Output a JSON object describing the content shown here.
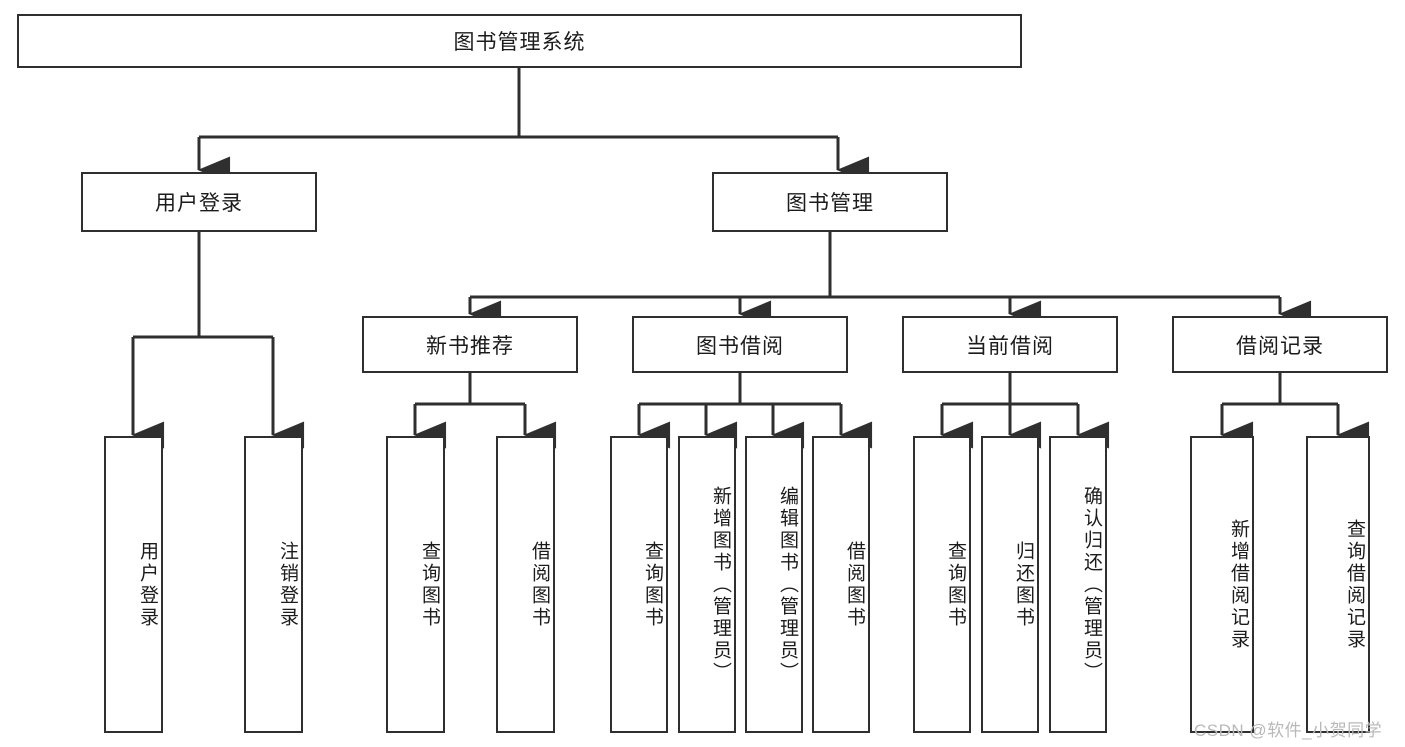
{
  "diagram": {
    "type": "hierarchy-tree",
    "title": "图书管理系统",
    "orientation": "top-down",
    "watermark": "CSDN @软件_小贺同学",
    "colors": {
      "box_border": "#2f2f2f",
      "box_fill": "#ffffff",
      "connector": "#2f2f2f",
      "text": "#1b1b1b",
      "watermark": "#b9b9b9",
      "background": "#ffffff"
    },
    "levels": [
      {
        "level": 1,
        "nodes": [
          {
            "id": "root",
            "label": "图书管理系统",
            "orientation": "horizontal"
          }
        ]
      },
      {
        "level": 2,
        "nodes": [
          {
            "id": "login",
            "label": "用户登录",
            "orientation": "horizontal",
            "parent": "root"
          },
          {
            "id": "bookmgmt",
            "label": "图书管理",
            "orientation": "horizontal",
            "parent": "root"
          }
        ]
      },
      {
        "level": 3,
        "nodes": [
          {
            "id": "newbook",
            "label": "新书推荐",
            "orientation": "horizontal",
            "parent": "bookmgmt"
          },
          {
            "id": "borrow",
            "label": "图书借阅",
            "orientation": "horizontal",
            "parent": "bookmgmt"
          },
          {
            "id": "current",
            "label": "当前借阅",
            "orientation": "horizontal",
            "parent": "bookmgmt"
          },
          {
            "id": "records",
            "label": "借阅记录",
            "orientation": "horizontal",
            "parent": "bookmgmt"
          }
        ]
      },
      {
        "level": 4,
        "nodes": [
          {
            "id": "leaf1",
            "label": "用户登录",
            "orientation": "vertical",
            "parent": "login"
          },
          {
            "id": "leaf2",
            "label": "注销登录",
            "orientation": "vertical",
            "parent": "login"
          },
          {
            "id": "leaf3",
            "label": "查询图书",
            "orientation": "vertical",
            "parent": "newbook"
          },
          {
            "id": "leaf4",
            "label": "借阅图书",
            "orientation": "vertical",
            "parent": "newbook"
          },
          {
            "id": "leaf5",
            "label": "查询图书",
            "orientation": "vertical",
            "parent": "borrow"
          },
          {
            "id": "leaf6",
            "label": "新增图书（管理员）",
            "orientation": "vertical",
            "parent": "borrow"
          },
          {
            "id": "leaf7",
            "label": "编辑图书（管理员）",
            "orientation": "vertical",
            "parent": "borrow"
          },
          {
            "id": "leaf8",
            "label": "借阅图书",
            "orientation": "vertical",
            "parent": "borrow"
          },
          {
            "id": "leaf9",
            "label": "查询图书",
            "orientation": "vertical",
            "parent": "current"
          },
          {
            "id": "leaf10",
            "label": "归还图书",
            "orientation": "vertical",
            "parent": "current"
          },
          {
            "id": "leaf11",
            "label": "确认归还（管理员）",
            "orientation": "vertical",
            "parent": "current"
          },
          {
            "id": "leaf12",
            "label": "新增借阅记录",
            "orientation": "vertical",
            "parent": "records"
          },
          {
            "id": "leaf13",
            "label": "查询借阅记录",
            "orientation": "vertical",
            "parent": "records"
          }
        ]
      }
    ]
  }
}
